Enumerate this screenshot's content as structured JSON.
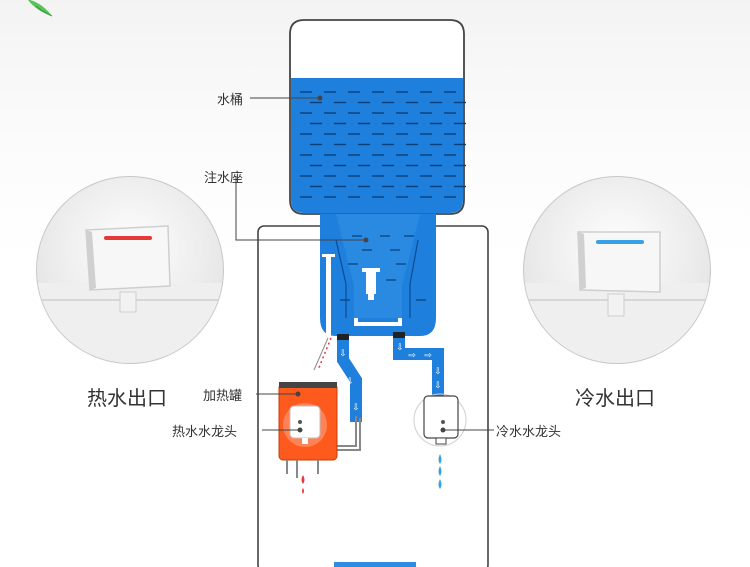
{
  "labels": {
    "bucket": "水桶",
    "seat": "注水座",
    "heater": "加热罐",
    "hot_tap": "热水水龙头",
    "cold_tap": "冷水水龙头"
  },
  "outlets": {
    "hot": "热水出口",
    "cold": "冷水出口"
  },
  "colors": {
    "water": "#1f7fdc",
    "heater": "#ff5a1e",
    "hot_indicator": "#e53935",
    "cold_indicator": "#3aa0e6",
    "leaf": "#5cc25a"
  }
}
